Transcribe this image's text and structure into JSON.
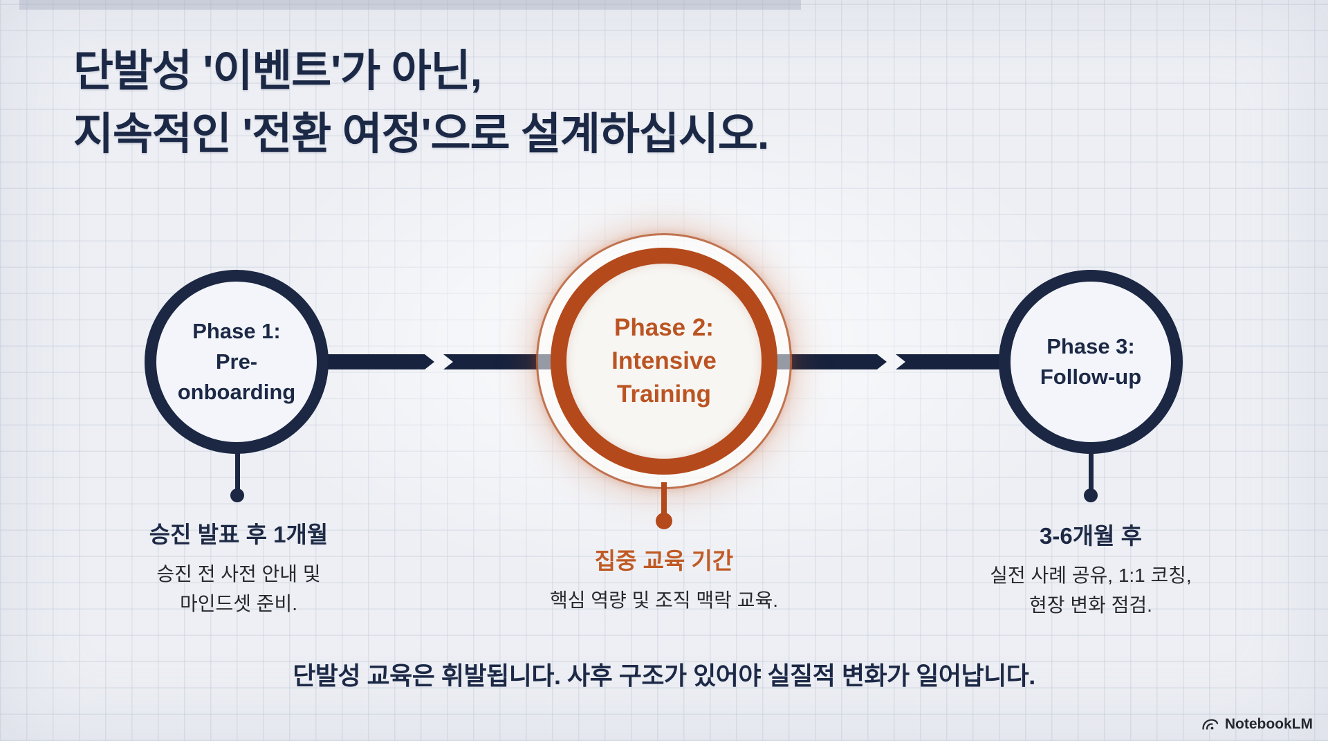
{
  "title": {
    "line1": "단발성 '이벤트'가 아닌,",
    "line2": "지속적인 '전환 여정'으로 설계하십시오."
  },
  "phases": [
    {
      "circle_lines": [
        "Phase 1:",
        "Pre-",
        "onboarding"
      ],
      "label_title": "승진 발표 후 1개월",
      "label_lines": [
        "승진 전 사전 안내 및",
        "마인드셋 준비."
      ]
    },
    {
      "circle_lines": [
        "Phase 2:",
        "Intensive",
        "Training"
      ],
      "label_title": "집중 교육 기간",
      "label_lines": [
        "핵심 역량 및 조직 맥락 교육."
      ]
    },
    {
      "circle_lines": [
        "Phase 3:",
        "Follow-up"
      ],
      "label_title": "3-6개월 후",
      "label_lines": [
        "실전 사례 공유, 1:1 코칭,",
        "현장 변화 점검."
      ]
    }
  ],
  "footer": {
    "statement": "단발성 교육은 휘발됩니다. 사후 구조가 있어야 실질적 변화가 일어납니다."
  },
  "branding": {
    "logo_text": "NotebookLM",
    "logo_icon": "notebooklm-wave-icon"
  },
  "colors": {
    "navy": "#1b2743",
    "orange": "#b4491c",
    "body_text": "#26282e",
    "background": "#edeff4"
  }
}
